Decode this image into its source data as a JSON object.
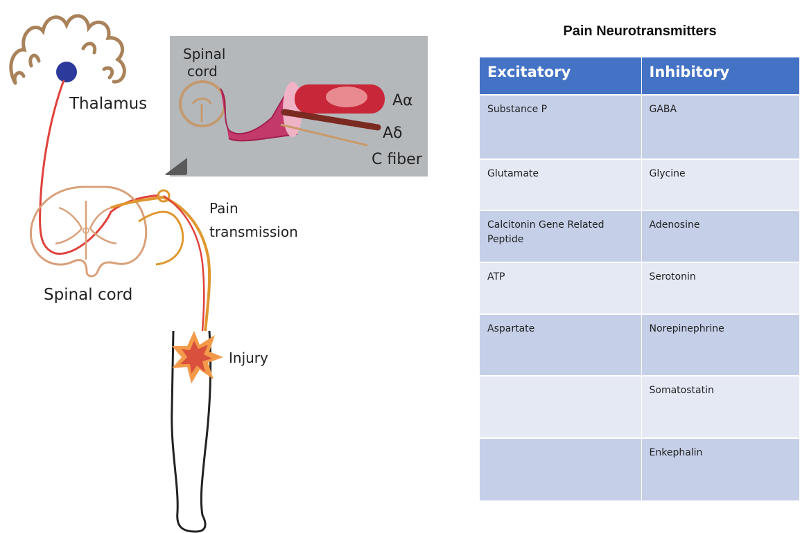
{
  "diagram": {
    "labels": {
      "thalamus": "Thalamus",
      "spinal_cord_inset": "Spinal\ncord",
      "a_alpha": "Aα",
      "a_delta": "Aδ",
      "c_fiber": "C fiber",
      "pain_transmission": "Pain\ntransmission",
      "spinal_cord": "Spinal cord",
      "injury": "Injury"
    },
    "colors": {
      "brain": "#a9825a",
      "pathway": "#e0413a",
      "nerve": "#e0962e",
      "thalamus_dot": "#2c3a9c",
      "inset_bg": "#b5b8bb",
      "injury": "#e4503a"
    }
  },
  "table": {
    "title": "Pain Neurotransmitters",
    "headers": [
      "Excitatory",
      "Inhibitory"
    ],
    "rows": [
      [
        "Substance P",
        "GABA"
      ],
      [
        "Glutamate",
        "Glycine"
      ],
      [
        "Calcitonin Gene Related Peptide",
        "Adenosine"
      ],
      [
        "ATP",
        "Serotonin"
      ],
      [
        "Aspartate",
        "Norepinephrine"
      ],
      [
        "",
        "Somatostatin"
      ],
      [
        "",
        "Enkephalin"
      ]
    ],
    "colors": {
      "header": "#4472c4",
      "row_dark": "#c5cfe8",
      "row_light": "#e4e9f4"
    }
  }
}
